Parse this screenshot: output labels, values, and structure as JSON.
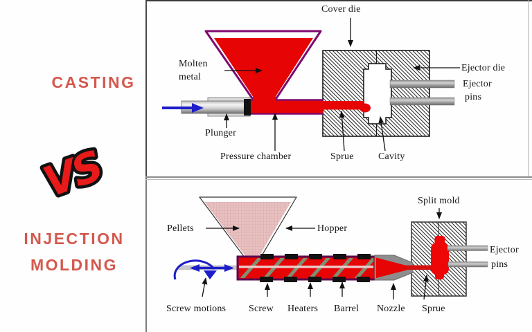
{
  "colors": {
    "title-red": "#d4584e",
    "vs-red": "#e81a1a",
    "hot-red": "#e60404",
    "purple-outline": "#7c0b6e",
    "barrel-outline": "#5c0a50",
    "hopper-pink": "#e9c0c0",
    "arrow-blue": "#1d1dc9",
    "label-ink": "#151515"
  },
  "left_panel": {
    "casting_title": "CASTING",
    "vs_badge": "VS",
    "injection_title_line1": "INJECTION",
    "injection_title_line2": "MOLDING"
  },
  "casting": {
    "labels": {
      "cover_die": "Cover die",
      "molten_metal_line1": "Molten",
      "molten_metal_line2": "metal",
      "plunger": "Plunger",
      "pressure_chamber": "Pressure chamber",
      "sprue": "Sprue",
      "cavity": "Cavity",
      "ejector_die": "Ejector die",
      "ejector_pins_line1": "Ejector",
      "ejector_pins_line2": "pins"
    }
  },
  "injection": {
    "labels": {
      "pellets": "Pellets",
      "hopper": "Hopper",
      "split_mold": "Split mold",
      "ejector_pins_line1": "Ejector",
      "ejector_pins_line2": "pins",
      "screw_motions": "Screw motions",
      "screw": "Screw",
      "heaters": "Heaters",
      "barrel": "Barrel",
      "nozzle": "Nozzle",
      "sprue": "Sprue"
    }
  }
}
